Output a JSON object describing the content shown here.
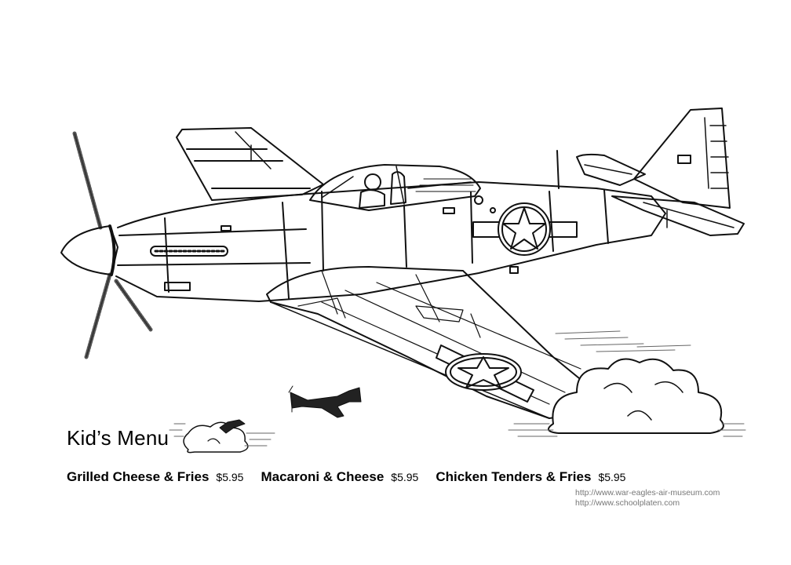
{
  "menu": {
    "title": "Kid’s Menu",
    "items": [
      {
        "name": "Grilled Cheese & Fries",
        "price": "$5.95"
      },
      {
        "name": "Macaroni & Cheese",
        "price": "$5.95"
      },
      {
        "name": "Chicken Tenders & Fries",
        "price": "$5.95"
      }
    ]
  },
  "credits": {
    "line1": "http://www.war-eagles-air-museum.com",
    "line2": "http://www.schoolplaten.com"
  },
  "illustration": {
    "main_icon": "fighter-plane-icon",
    "small_icon": "small-plane-silhouette-icon",
    "cloud_icon": "cloud-icon",
    "line_color": "#000000",
    "background": "#ffffff"
  }
}
